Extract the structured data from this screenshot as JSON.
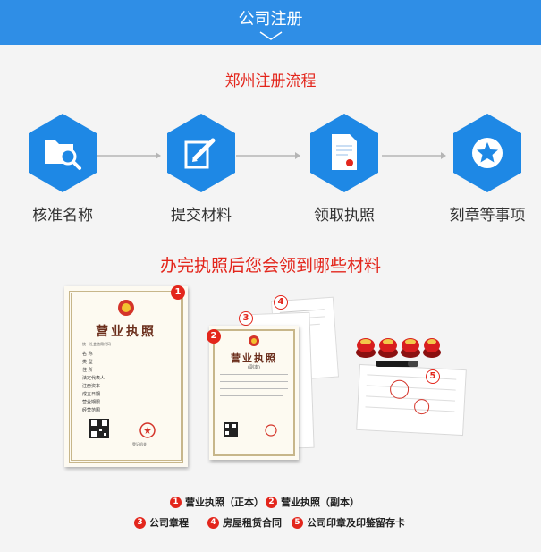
{
  "header": {
    "title": "公司注册"
  },
  "process": {
    "title": "郑州注册流程",
    "steps": [
      {
        "label": "核准名称",
        "icon": "folder-search-icon"
      },
      {
        "label": "提交材料",
        "icon": "edit-document-icon"
      },
      {
        "label": "领取执照",
        "icon": "license-document-icon"
      },
      {
        "label": "刻章等事项",
        "icon": "star-seal-icon"
      }
    ]
  },
  "materials": {
    "title": "办完执照后您会领到哪些材料",
    "license_original": {
      "badge": "1",
      "heading": "营业执照",
      "code_label": "统一社会信用代码",
      "fields": [
        "名 称",
        "类 型",
        "住 所",
        "法定代表人",
        "注册资本",
        "成立日期",
        "营业期限",
        "经营范围"
      ],
      "authority": "登记机关"
    },
    "license_copy": {
      "badge": "2",
      "heading": "营业执照",
      "sub": "(副本)"
    },
    "charter_badge": "3",
    "lease_badge": "4",
    "seal_badge": "5"
  },
  "legend": [
    {
      "num": "1",
      "text": "营业执照（正本）"
    },
    {
      "num": "2",
      "text": "营业执照（副本）"
    },
    {
      "num": "3",
      "text": "公司章程"
    },
    {
      "num": "4",
      "text": "房屋租赁合同"
    },
    {
      "num": "5",
      "text": "公司印章及印鉴留存卡"
    }
  ],
  "colors": {
    "header_blue": "#2f8ee6",
    "accent_red": "#e3261c",
    "step_blue": "#1e88e5"
  }
}
